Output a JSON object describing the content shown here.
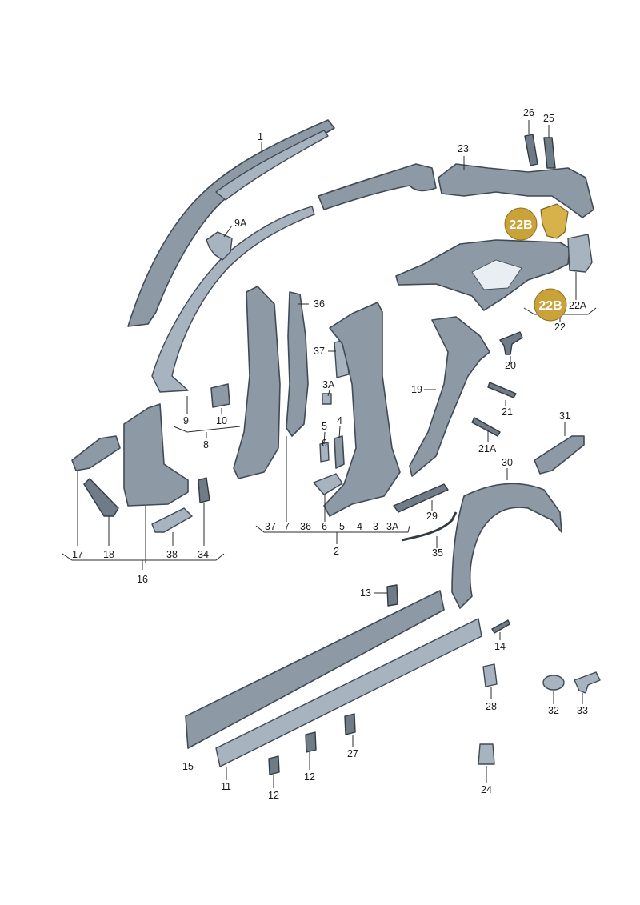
{
  "highlight_color": "#c9a23a",
  "part_color": "#8d9aa6",
  "labels": {
    "l1": "1",
    "l2": "2",
    "l3": "3",
    "l3a_top": "3A",
    "l3a_bottom": "3A",
    "l4_top": "4",
    "l4_bottom": "4",
    "l5_top": "5",
    "l5_bottom": "5",
    "l6_top": "6",
    "l6_bottom": "6",
    "l7": "7",
    "l8": "8",
    "l9": "9",
    "l9a": "9A",
    "l10": "10",
    "l11": "11",
    "l12a": "12",
    "l12b": "12",
    "l13": "13",
    "l14": "14",
    "l15": "15",
    "l16": "16",
    "l17": "17",
    "l18": "18",
    "l19": "19",
    "l20": "20",
    "l21": "21",
    "l21a": "21A",
    "l22": "22",
    "l22a": "22A",
    "l23": "23",
    "l24": "24",
    "l25": "25",
    "l26": "26",
    "l27": "27",
    "l28": "28",
    "l29": "29",
    "l30": "30",
    "l31": "31",
    "l32": "32",
    "l33": "33",
    "l34": "34",
    "l35": "35",
    "l36_top": "36",
    "l36_bottom": "36",
    "l37_top": "37",
    "l37_bottom": "37",
    "l38": "38"
  },
  "badges": {
    "b22b_top": "22B",
    "b22b_bottom": "22B"
  }
}
